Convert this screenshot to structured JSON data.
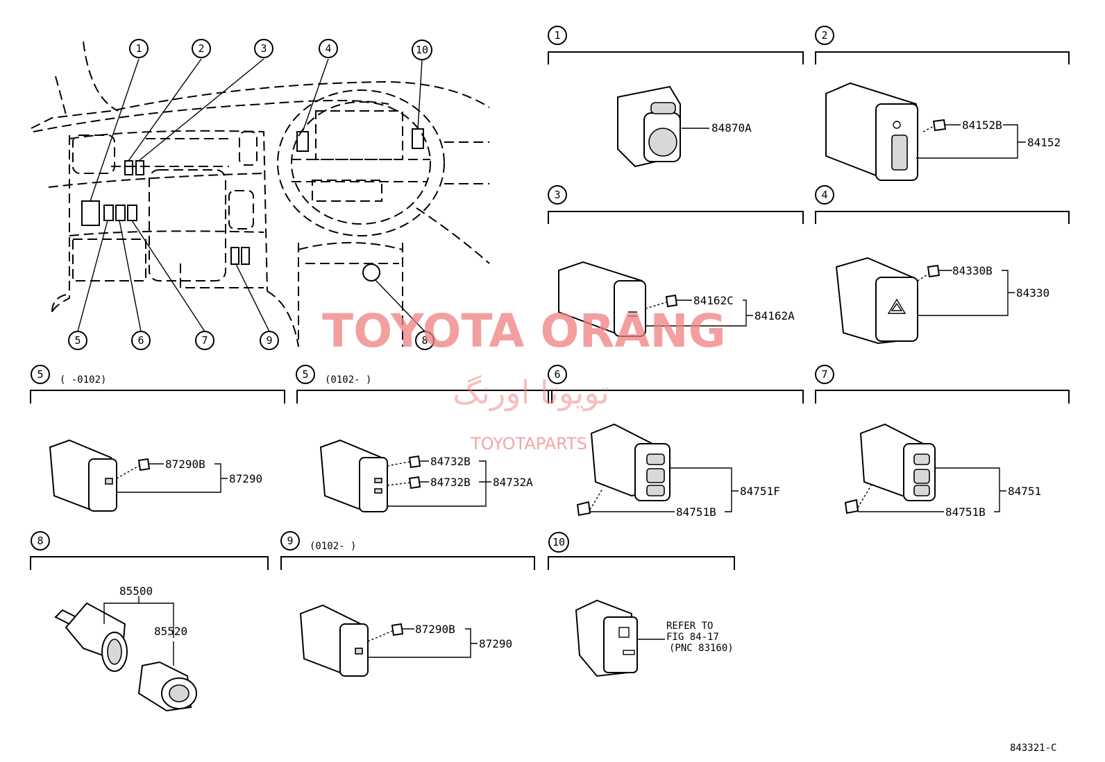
{
  "overview": {
    "callouts_top": [
      "1",
      "2",
      "3",
      "4",
      "10"
    ],
    "callouts_bottom": [
      "5",
      "6",
      "7",
      "9",
      "8"
    ]
  },
  "panels": {
    "p1": {
      "num": "1",
      "parts": [
        "84870A"
      ]
    },
    "p2": {
      "num": "2",
      "parts": [
        "84152B",
        "84152"
      ]
    },
    "p3": {
      "num": "3",
      "parts": [
        "84162C",
        "84162A"
      ]
    },
    "p4": {
      "num": "4",
      "parts": [
        "84330B",
        "84330"
      ]
    },
    "p5a": {
      "num": "5",
      "date": "(      -0102)",
      "parts": [
        "87290B",
        "87290"
      ]
    },
    "p5b": {
      "num": "5",
      "date": "(0102-      )",
      "parts": [
        "84732B",
        "84732B",
        "84732A"
      ]
    },
    "p6": {
      "num": "6",
      "parts": [
        "84751F",
        "84751B"
      ]
    },
    "p7": {
      "num": "7",
      "parts": [
        "84751",
        "84751B"
      ]
    },
    "p8": {
      "num": "8",
      "parts": [
        "85500",
        "85520"
      ]
    },
    "p9": {
      "num": "9",
      "date": "(0102-      )",
      "parts": [
        "87290B",
        "87290"
      ]
    },
    "p10": {
      "num": "10",
      "refer": [
        "REFER TO",
        "FIG 84-17",
        "(PNC 83160)"
      ]
    }
  },
  "watermark": {
    "line1": "TOYOTA ORANG",
    "line2": "تویوتا اورنگ",
    "line3": "TOYOTAPARTS"
  },
  "figure_id": "843321-C"
}
